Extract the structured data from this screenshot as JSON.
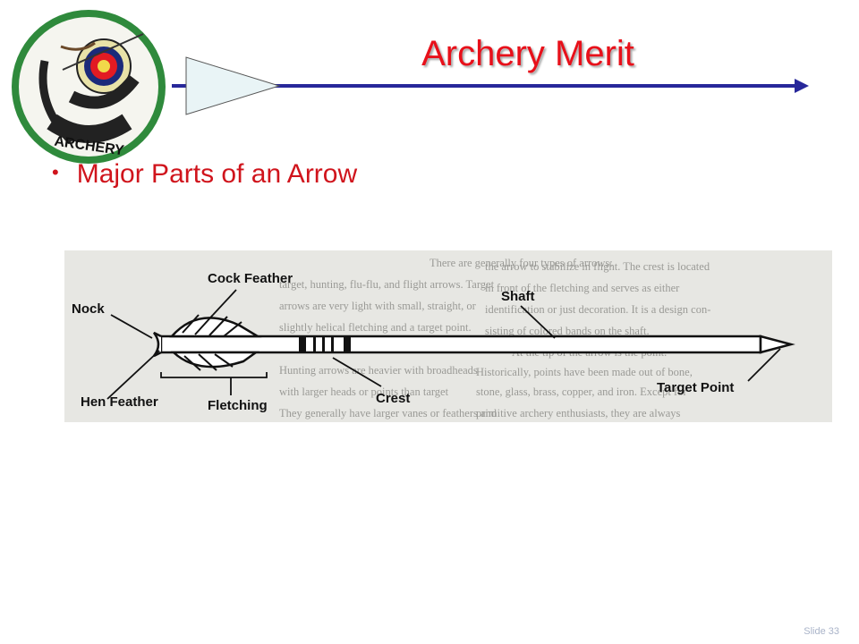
{
  "slide": {
    "title": "Archery Merit",
    "bullet": "Major Parts of an Arrow",
    "slide_number": "Slide 33"
  },
  "badge": {
    "text": "ARCHERY"
  },
  "figure": {
    "labels": {
      "cock_feather": "Cock Feather",
      "nock": "Nock",
      "shaft": "Shaft",
      "hen_feather": "Hen Feather",
      "fletching": "Fletching",
      "crest": "Crest",
      "target_point": "Target Point"
    },
    "background_text": [
      "There are generally four types of arrows:",
      "target, hunting, flu-flu, and flight arrows. Target",
      "arrows are very light with small, straight, or",
      "slightly helical fletching and a target point.",
      "Hunting arrows are heavier with broadheads",
      "with larger heads or points than target",
      "They generally have larger vanes or feathers and",
      "the arrow to stabilize in flight. The crest is located",
      "in front of the fletching and serves as either",
      "identification or just decoration. It is a design con-",
      "sisting of colored bands on the shaft.",
      "At the tip of the arrow is the point.",
      "Historically, points have been made out of bone,",
      "stone, glass, brass, copper, and iron. Except for",
      "primitive archery enthusiasts, they are always"
    ]
  },
  "colors": {
    "title": "#e8101a",
    "rule": "#27279a",
    "bullet": "#d0141c",
    "badge_border": "#2f8a3c"
  }
}
